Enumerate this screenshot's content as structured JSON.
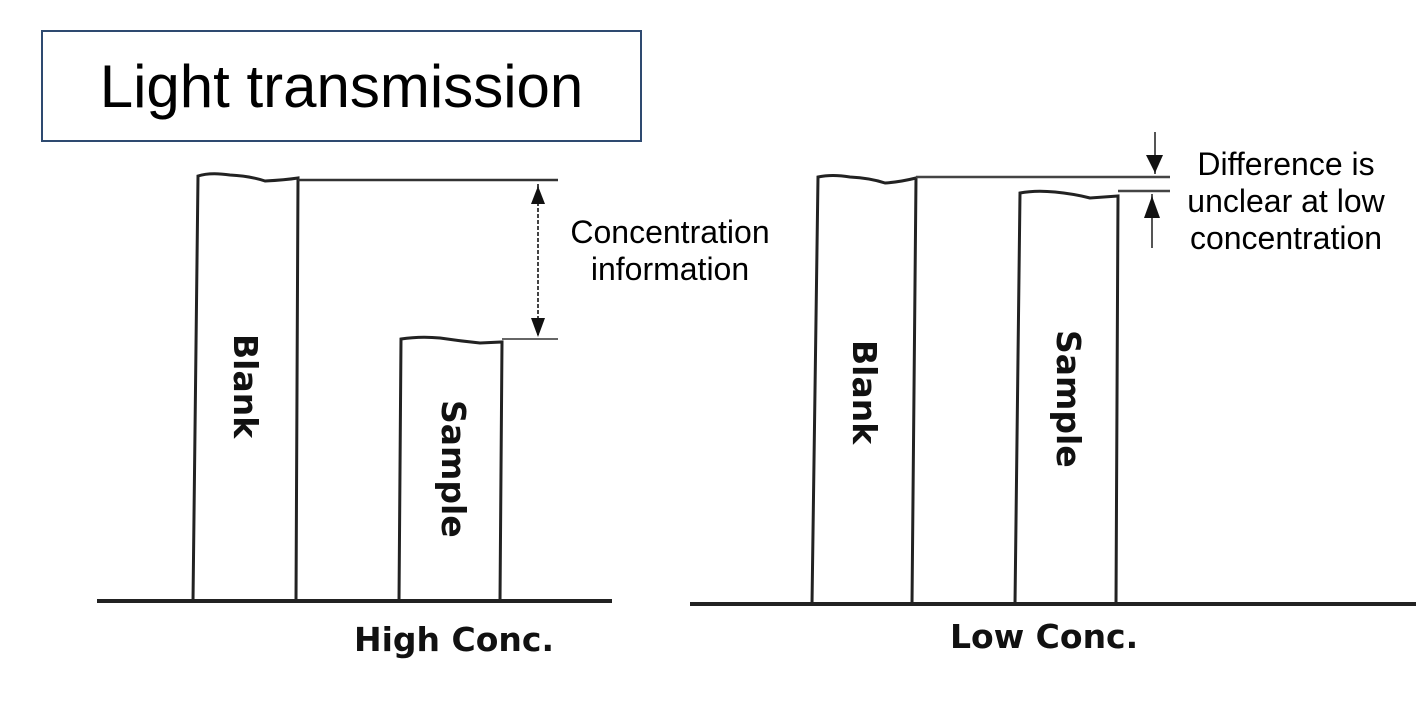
{
  "title": "Light transmission",
  "panels": [
    {
      "name": "high",
      "axis_label": "High Conc.",
      "bars": [
        {
          "label": "Blank",
          "relative_transmission": 1.0
        },
        {
          "label": "Sample",
          "relative_transmission": 0.61
        }
      ],
      "annotation": [
        "Concentration",
        "information"
      ]
    },
    {
      "name": "low",
      "axis_label": "Low Conc.",
      "bars": [
        {
          "label": "Blank",
          "relative_transmission": 1.0
        },
        {
          "label": "Sample",
          "relative_transmission": 0.965
        }
      ],
      "annotation": [
        "Difference is",
        "unclear at low",
        "concentration"
      ]
    }
  ],
  "colors": {
    "title_border": "#2e4a70",
    "line": "#1a1a1a",
    "text": "#000000"
  }
}
